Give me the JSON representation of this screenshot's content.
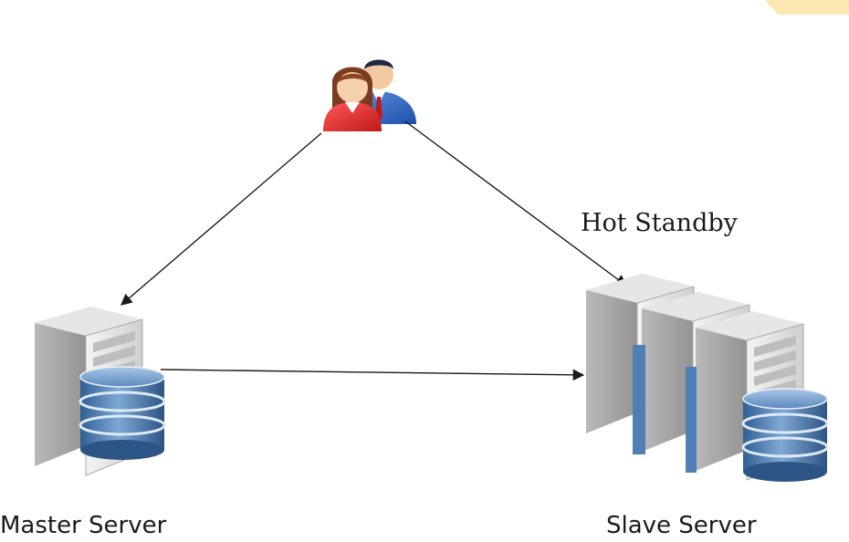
{
  "diagram": {
    "master_label": "Master Server",
    "slave_label": "Slave Server",
    "standby_label": "Hot Standby"
  },
  "icons": {
    "users": "users-icon",
    "master": "server-database-icon",
    "slaves": "server-cluster-database-icon"
  },
  "colors": {
    "db_blue": "#4f7fb4",
    "server_gray": "#d4d4d4",
    "arrow": "#1a1a1a",
    "corner_accent": "#fbe7b0"
  }
}
